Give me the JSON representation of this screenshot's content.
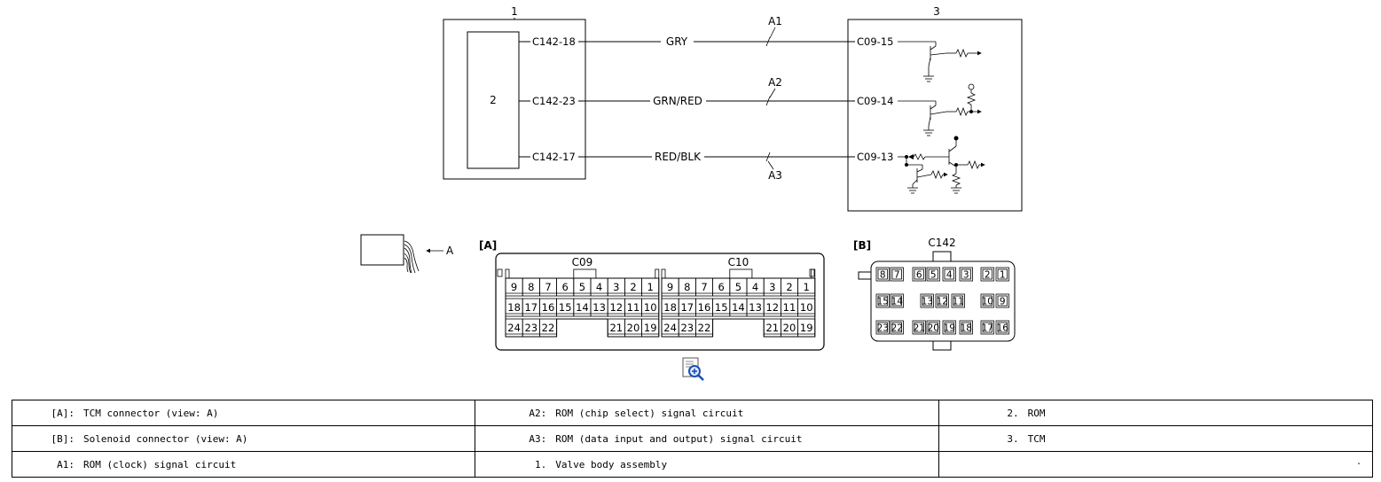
{
  "wiring": {
    "comp1_number": "1",
    "comp2_number": "2",
    "comp3_number": "3",
    "circuits": [
      {
        "id": "A1",
        "left_term": "C142-18",
        "wire_color": "GRY",
        "right_term": "C09-15"
      },
      {
        "id": "A2",
        "left_term": "C142-23",
        "wire_color": "GRN/RED",
        "right_term": "C09-14"
      },
      {
        "id": "A3",
        "left_term": "C142-17",
        "wire_color": "RED/BLK",
        "right_term": "C09-13"
      }
    ]
  },
  "view_arrow": "A",
  "connector_a": {
    "tag": "[A]",
    "blocks": [
      {
        "name": "C09",
        "row1": [
          "9",
          "8",
          "7",
          "6",
          "5",
          "4",
          "3",
          "2",
          "1"
        ],
        "row2": [
          "18",
          "17",
          "16",
          "15",
          "14",
          "13",
          "12",
          "11",
          "10"
        ],
        "row3_left": [
          "24",
          "23",
          "22"
        ],
        "row3_right": [
          "21",
          "20",
          "19"
        ]
      },
      {
        "name": "C10",
        "row1": [
          "9",
          "8",
          "7",
          "6",
          "5",
          "4",
          "3",
          "2",
          "1"
        ],
        "row2": [
          "18",
          "17",
          "16",
          "15",
          "14",
          "13",
          "12",
          "11",
          "10"
        ],
        "row3_left": [
          "24",
          "23",
          "22"
        ],
        "row3_right": [
          "21",
          "20",
          "19"
        ]
      }
    ]
  },
  "connector_b": {
    "tag": "[B]",
    "name": "C142",
    "row1": [
      "8",
      "7",
      "6",
      "5",
      "4",
      "3",
      "2",
      "1"
    ],
    "row2": [
      "15",
      "14",
      "13",
      "12",
      "11",
      "10",
      "9"
    ],
    "row3": [
      "23",
      "22",
      "21",
      "20",
      "19",
      "18",
      "17",
      "16"
    ]
  },
  "legend": [
    [
      {
        "key": "[A]:",
        "value": "TCM connector (view: A)"
      },
      {
        "key": "A2:",
        "value": "ROM (chip select) signal circuit"
      },
      {
        "key": "2.",
        "value": "ROM"
      }
    ],
    [
      {
        "key": "[B]:",
        "value": "Solenoid connector (view: A)"
      },
      {
        "key": "A3:",
        "value": "ROM (data input and output) signal circuit"
      },
      {
        "key": "3.",
        "value": "TCM"
      }
    ],
    [
      {
        "key": "A1:",
        "value": "ROM (clock) signal circuit"
      },
      {
        "key": "1.",
        "value": "Valve body assembly"
      },
      {
        "key": "",
        "value": "",
        "note": "."
      }
    ]
  ]
}
